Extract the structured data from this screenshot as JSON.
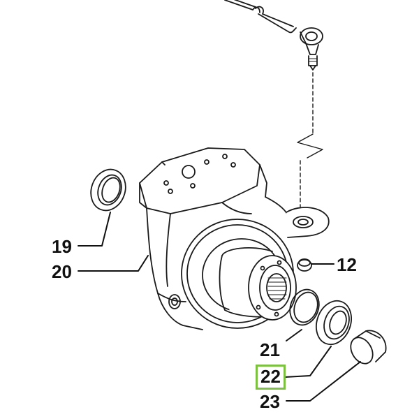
{
  "diagram": {
    "callouts": [
      {
        "id": "19",
        "label": "19",
        "highlighted": false
      },
      {
        "id": "20",
        "label": "20",
        "highlighted": false
      },
      {
        "id": "12",
        "label": "12",
        "highlighted": false
      },
      {
        "id": "21",
        "label": "21",
        "highlighted": false
      },
      {
        "id": "22",
        "label": "22",
        "highlighted": true
      },
      {
        "id": "23",
        "label": "23",
        "highlighted": false
      }
    ],
    "highlight_color": "#7cc142",
    "line_color": "#111111"
  }
}
